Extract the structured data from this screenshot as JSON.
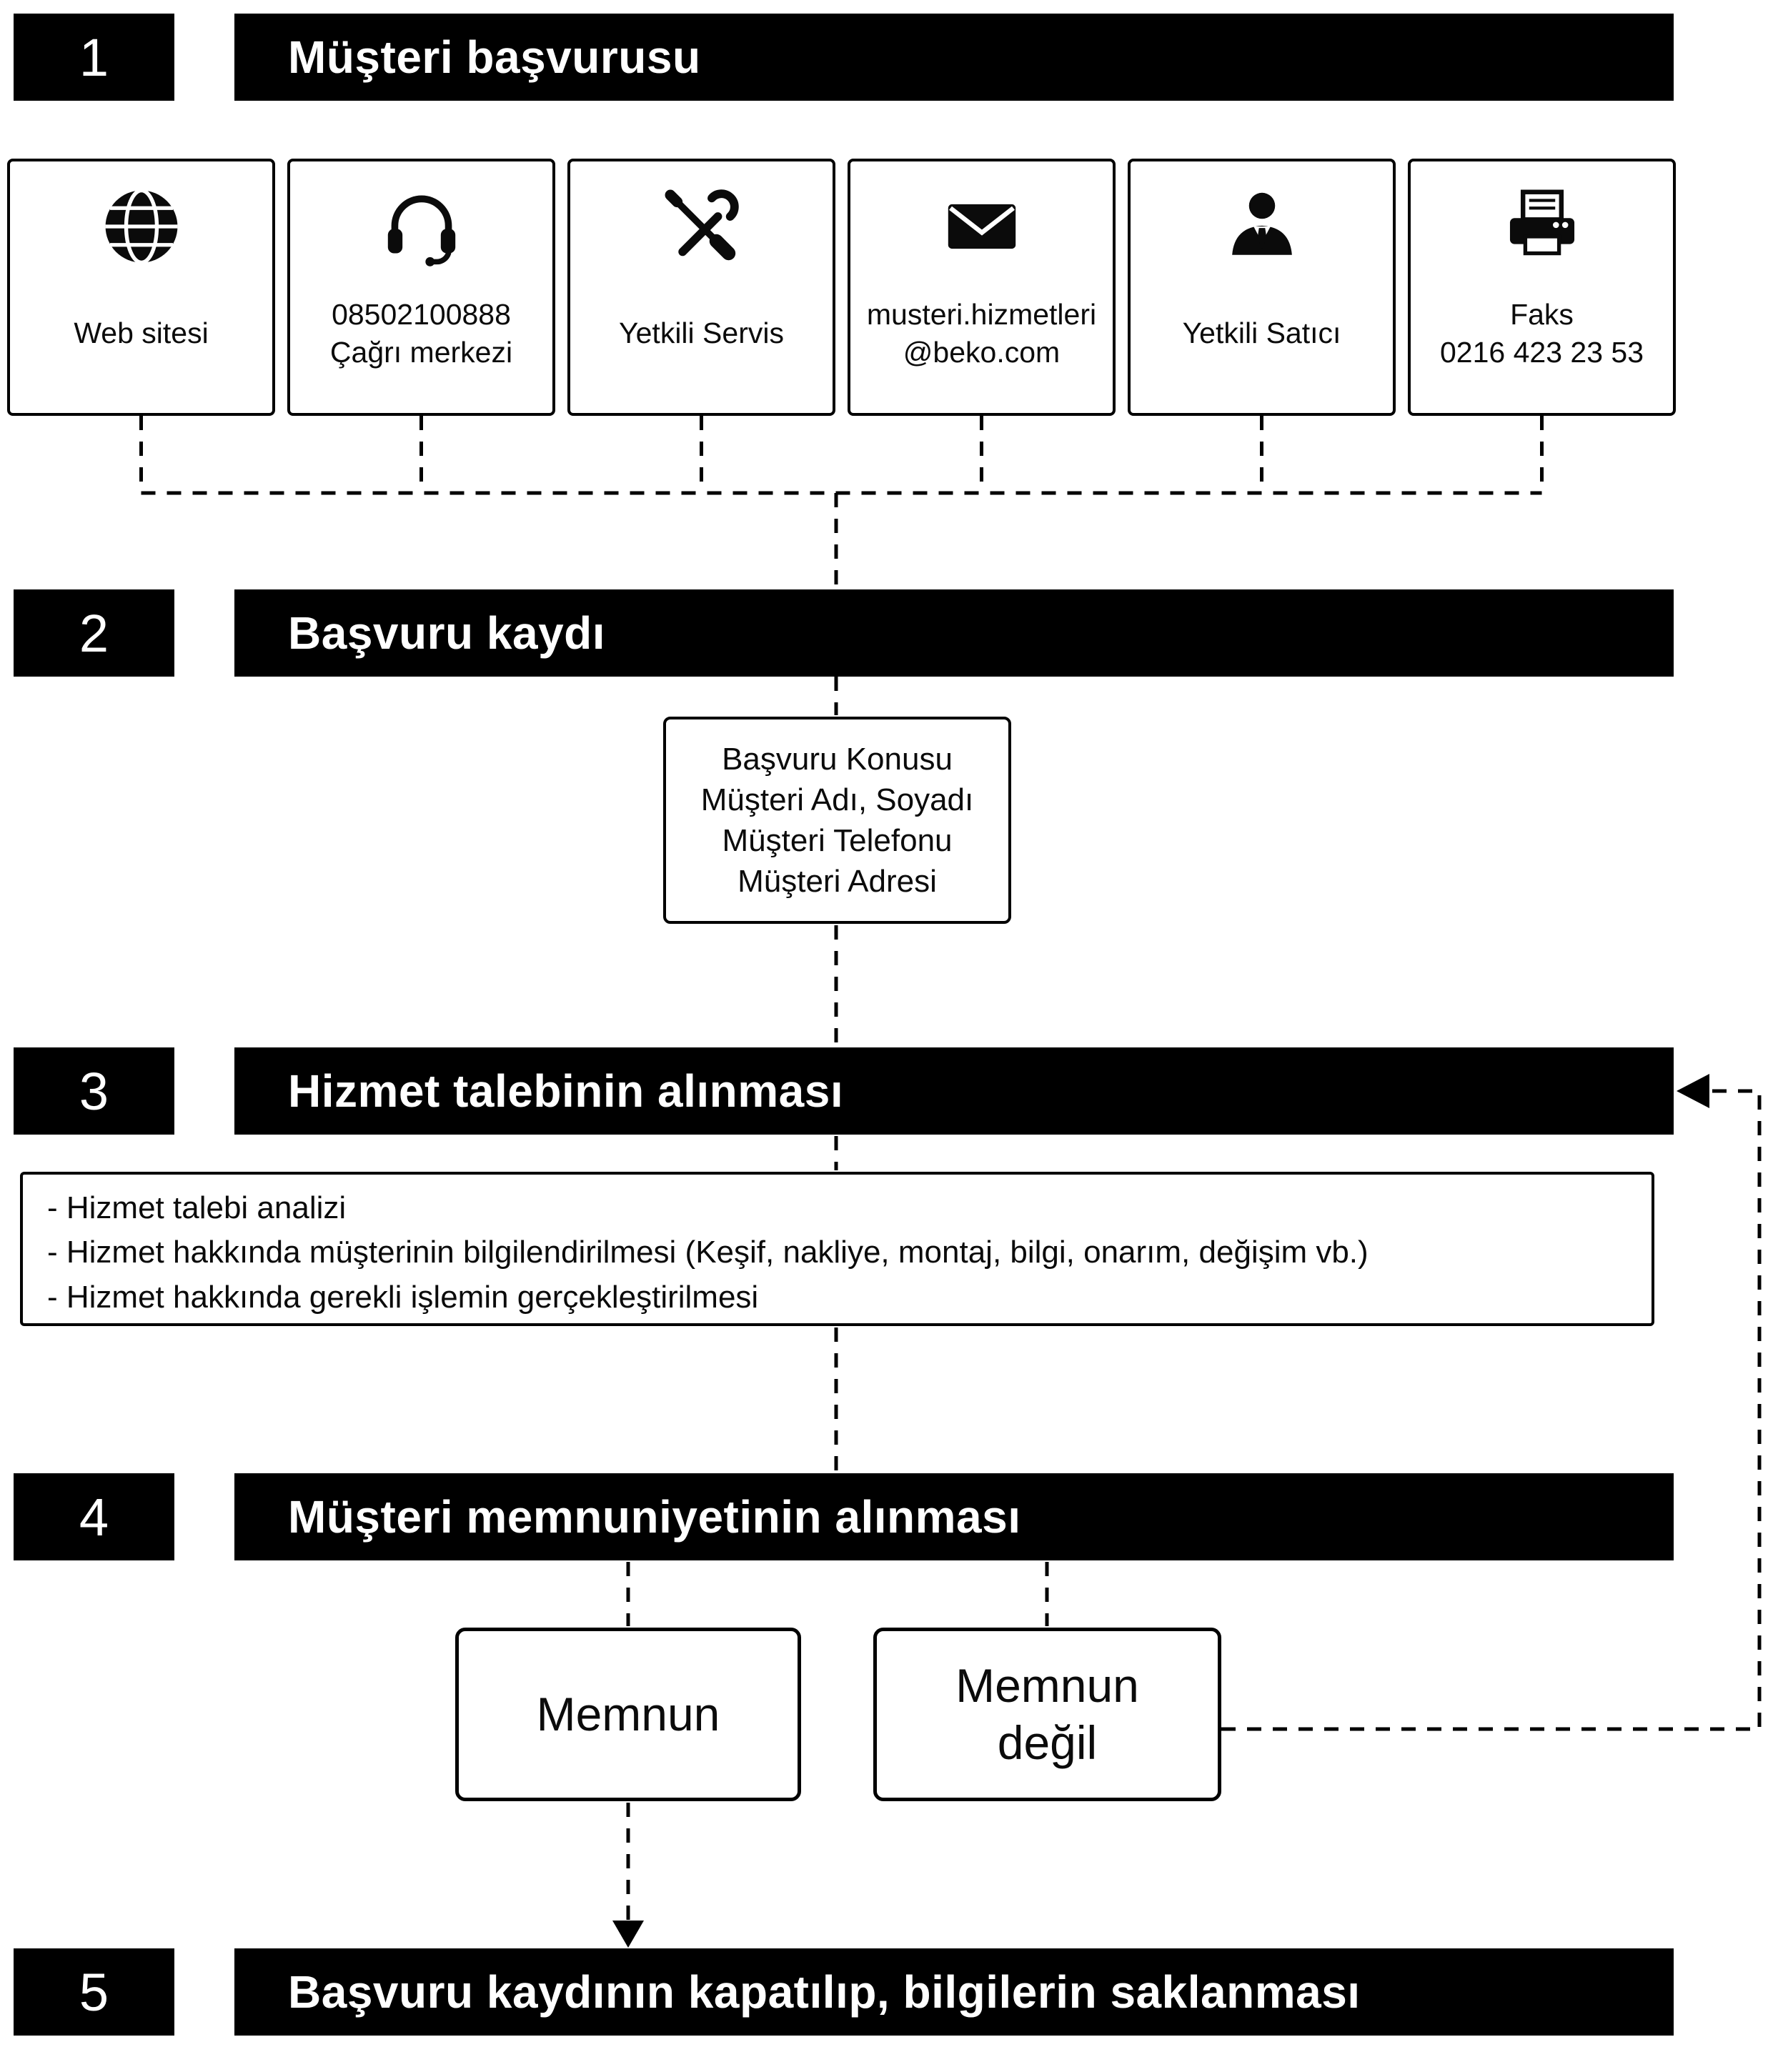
{
  "diagram": {
    "colors": {
      "bar_bg": "#000000",
      "bar_text": "#ffffff",
      "line": "#000000",
      "box_border": "#000000",
      "background": "#ffffff"
    },
    "steps": [
      {
        "number": "1",
        "title": "Müşteri başvurusu"
      },
      {
        "number": "2",
        "title": "Başvuru kaydı"
      },
      {
        "number": "3",
        "title": "Hizmet talebinin alınması"
      },
      {
        "number": "4",
        "title": "Müşteri memnuniyetinin alınması"
      },
      {
        "number": "5",
        "title": "Başvuru kaydının kapatılıp, bilgilerin saklanması"
      }
    ],
    "channels": [
      {
        "icon": "globe-icon",
        "label": "Web sitesi"
      },
      {
        "icon": "headset-icon",
        "label": "08502100888\nÇağrı merkezi"
      },
      {
        "icon": "tools-icon",
        "label": "Yetkili Servis"
      },
      {
        "icon": "envelope-icon",
        "label": "musteri.hizmetleri\n@beko.com"
      },
      {
        "icon": "person-icon",
        "label": "Yetkili Satıcı"
      },
      {
        "icon": "fax-icon",
        "label": "Faks\n0216 423 23 53"
      }
    ],
    "record_fields": [
      "Başvuru Konusu",
      "Müşteri Adı, Soyadı",
      "Müşteri Telefonu",
      "Müşteri Adresi"
    ],
    "service_actions": [
      "- Hizmet talebi analizi",
      "- Hizmet hakkında müşterinin bilgilendirilmesi (Keşif, nakliye, montaj, bilgi, onarım, değişim vb.)",
      "- Hizmet hakkında gerekli işlemin gerçekleştirilmesi"
    ],
    "outcomes": [
      {
        "label": "Memnun"
      },
      {
        "label": "Memnun\ndeğil"
      }
    ]
  }
}
